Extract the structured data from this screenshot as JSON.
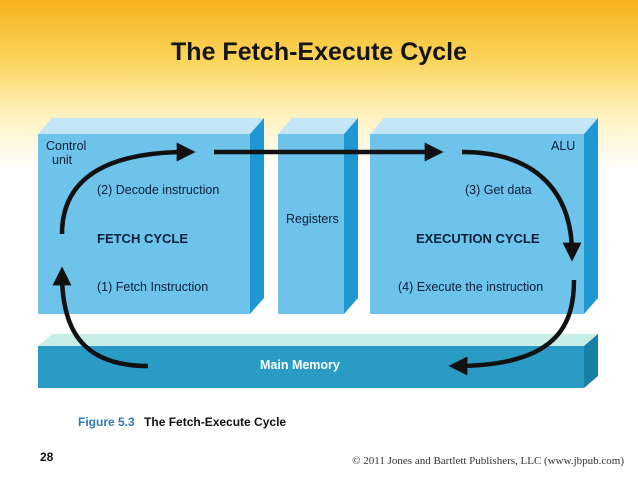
{
  "slide": {
    "title": "The Fetch-Execute Cycle",
    "page_number": "28",
    "copyright": "© 2011 Jones and Bartlett Publishers, LLC (www.jbpub.com)"
  },
  "figure": {
    "caption_number": "Figure 5.3",
    "caption_text": "The Fetch-Execute Cycle",
    "control_unit": {
      "label_line1": "Control",
      "label_line2": "unit",
      "decode": "(2) Decode instruction",
      "cycle": "FETCH CYCLE",
      "fetch": "(1) Fetch Instruction"
    },
    "registers": {
      "label": "Registers"
    },
    "alu": {
      "label": "ALU",
      "get_data": "(3) Get data",
      "cycle": "EXECUTION CYCLE",
      "execute": "(4) Execute the instruction"
    },
    "main_memory": {
      "label": "Main Memory"
    },
    "colors": {
      "box_front": "#6ec3ea",
      "box_top": "#c3e7f7",
      "box_side": "#1f97d3",
      "memory_front": "#2a9bc4",
      "memory_top": "#c6ede6",
      "arrow": "#111111"
    }
  }
}
